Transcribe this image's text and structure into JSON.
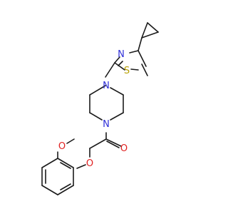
{
  "molecule": {
    "atoms": {
      "thiazole_n": {
        "symbol": "N",
        "color": "#2f2fd8"
      },
      "thiazole_s": {
        "symbol": "S",
        "color": "#b8a000"
      },
      "pip_n_top": {
        "symbol": "N",
        "color": "#2f2fd8"
      },
      "pip_n_bottom": {
        "symbol": "N",
        "color": "#2f2fd8"
      },
      "carbonyl_o": {
        "symbol": "O",
        "color": "#e02020"
      },
      "ether_o": {
        "symbol": "O",
        "color": "#e02020"
      },
      "methoxy_o": {
        "symbol": "O",
        "color": "#e02020"
      }
    },
    "bond_color": "#1a1a1a"
  }
}
